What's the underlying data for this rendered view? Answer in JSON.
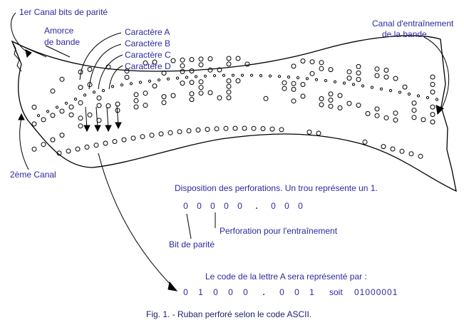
{
  "labels": {
    "first_channel": "1er Canal bits de parité",
    "leader": [
      "Amorce",
      "de bande"
    ],
    "char_a": "Caractère  A",
    "char_b": "Caractère  B",
    "char_c": "Caractère  C",
    "char_d": "Caractère  D",
    "drive_channel": [
      "Canal d'entraînement",
      "de la bande"
    ],
    "second_channel": "2ème Canal"
  },
  "layout_note": {
    "title": "Disposition des perforations. Un trou représente un 1.",
    "example_digits": [
      "0",
      "0",
      "0",
      "0",
      "0",
      ".",
      "0",
      "0",
      "0"
    ],
    "drive_perforation": "Perforation pour l'entraînement",
    "parity_bit": "Bit de parité"
  },
  "ascii_example": {
    "statement": "Le code de la lettre  A  sera représenté par :",
    "digits": [
      "0",
      "1",
      "0",
      "0",
      "0",
      ".",
      "0",
      "0",
      "1"
    ],
    "soit": "soit",
    "binary": "01000001"
  },
  "caption": "Fig. 1. - Ruban perforé selon le code ASCII.",
  "colors": {
    "text": "#2a2aa0",
    "ink": "#000000",
    "caption": "#1d1d6e"
  }
}
